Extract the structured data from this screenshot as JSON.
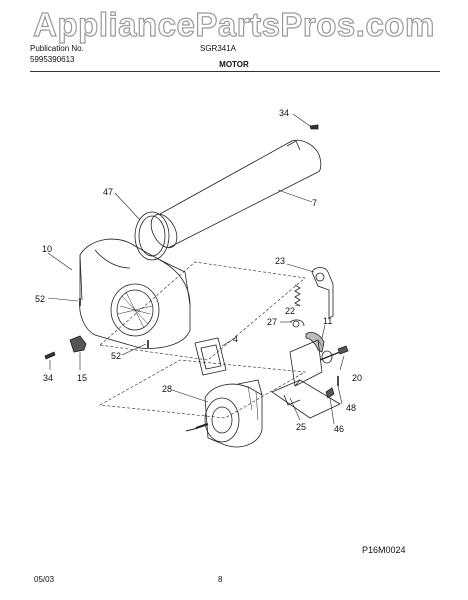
{
  "watermark": "AppliancePartsPros.com",
  "header": {
    "publication_label": "Publication No.",
    "publication_number": "5995390613",
    "model": "SGR341A",
    "section_title": "MOTOR"
  },
  "callouts": {
    "c34a": "34",
    "c7": "7",
    "c47": "47",
    "c10": "10",
    "c52a": "52",
    "c52b": "52",
    "c34b": "34",
    "c15": "15",
    "c23": "23",
    "c22": "22",
    "c27": "27",
    "c11": "11",
    "c4": "4",
    "c28": "28",
    "c20": "20",
    "c48": "48",
    "c25": "25",
    "c46": "46"
  },
  "diagram_id": "P16M0024",
  "footer": {
    "date": "05/03",
    "page": "8"
  }
}
